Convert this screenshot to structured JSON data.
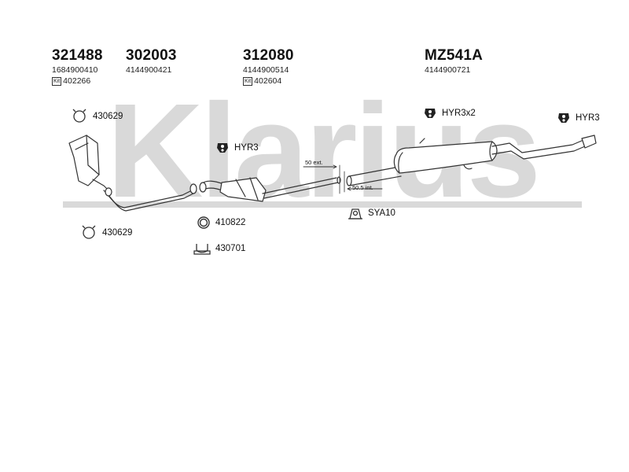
{
  "watermark": {
    "text": "Klarius",
    "color": "#d9d9d9"
  },
  "parts": [
    {
      "part_no": "321488",
      "oem": "1684900410",
      "kit": "402266"
    },
    {
      "part_no": "302003",
      "oem": "4144900421"
    },
    {
      "part_no": "312080",
      "oem": "4144900514",
      "kit": "402604"
    },
    {
      "part_no": "MZ541A",
      "oem": "4144900721"
    }
  ],
  "kit_label": "Kit",
  "accessories": {
    "clamp_1": {
      "label": "430629",
      "icon": "clamp-ring-icon"
    },
    "hanger_1": {
      "label": "HYR3",
      "icon": "rubber-hanger-icon"
    },
    "hanger_2": {
      "label": "HYR3x2",
      "icon": "rubber-hanger-icon"
    },
    "hanger_3": {
      "label": "HYR3",
      "icon": "rubber-hanger-icon"
    },
    "clamp_2": {
      "label": "430629",
      "icon": "clamp-ring-icon"
    },
    "gasket": {
      "label": "410822",
      "icon": "gasket-ring-icon"
    },
    "u_clamp": {
      "label": "430701",
      "icon": "u-clamp-icon"
    },
    "bracket": {
      "label": "SYA10",
      "icon": "mounting-bracket-icon"
    }
  },
  "dimensions": {
    "ext": "50 ext.",
    "int": "50.5 int."
  },
  "colors": {
    "line": "#333333",
    "watermark": "#d9d9d9"
  }
}
